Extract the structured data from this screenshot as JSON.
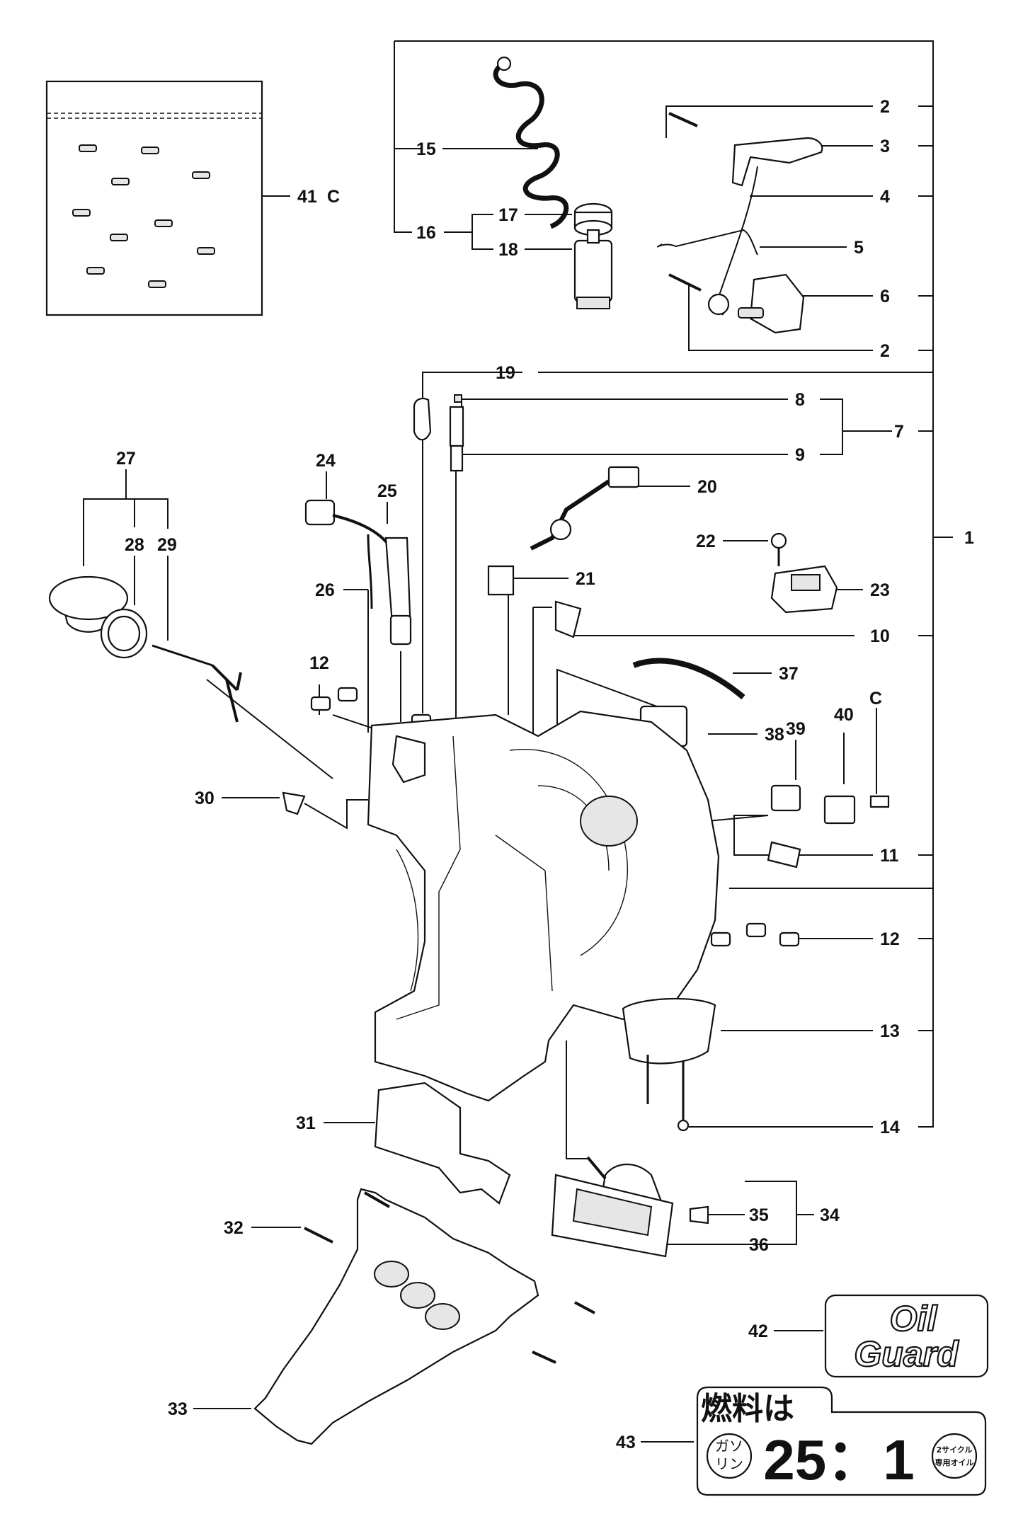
{
  "callouts": {
    "c1": "1",
    "c2a": "2",
    "c2b": "2",
    "c3": "3",
    "c4": "4",
    "c5": "5",
    "c6": "6",
    "c7": "7",
    "c8": "8",
    "c9": "9",
    "c10": "10",
    "c11": "11",
    "c12a": "12",
    "c12b": "12",
    "c13": "13",
    "c14": "14",
    "c15": "15",
    "c16": "16",
    "c17": "17",
    "c18": "18",
    "c19": "19",
    "c20": "20",
    "c21": "21",
    "c22": "22",
    "c23": "23",
    "c24": "24",
    "c25": "25",
    "c26": "26",
    "c27": "27",
    "c28": "28",
    "c29": "29",
    "c30": "30",
    "c31": "31",
    "c32": "32",
    "c33": "33",
    "c34": "34",
    "c35": "35",
    "c36": "36",
    "c37": "37",
    "c38": "38",
    "c39": "39",
    "c40": "40",
    "c41": "41",
    "c42": "42",
    "c43": "43",
    "c41_suffix": "C",
    "cC": "C"
  },
  "labels": {
    "oil_line1": "Oil",
    "oil_line2": "Guard",
    "fuel_heading": "燃料は",
    "gasoline_top": "ガソ",
    "gasoline_bottom": "リン",
    "ratio": "25：1",
    "twostroke_top": "2サイクル",
    "twostroke_bottom": "専用オイル"
  }
}
